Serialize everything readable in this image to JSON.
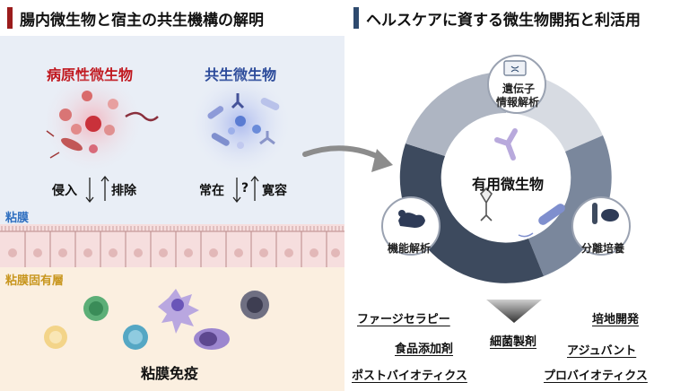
{
  "left": {
    "title": "腸内微生物と宿主の共生機構の解明",
    "pathogenic": "病原性微生物",
    "symbiotic": "共生微生物",
    "invasion": "侵入",
    "exclusion": "排除",
    "residence": "常在",
    "question": "?",
    "tolerance": "寛容",
    "mucosa": "粘膜",
    "lamina_propria": "粘膜固有層",
    "mucosal_immunity": "粘膜免疫"
  },
  "right": {
    "title": "ヘルスケアに資する微生物開拓と利活用",
    "center": "有用微生物",
    "genetic_line1": "遺伝子",
    "genetic_line2": "情報解析",
    "functional": "機能解析",
    "isolation": "分離培養",
    "keywords": {
      "phage_therapy": "ファージセラピー",
      "food_additive": "食品添加剤",
      "postbiotics": "ポストバイオティクス",
      "bacterial_product": "細菌製剤",
      "medium_development": "培地開発",
      "adjuvant": "アジュバント",
      "probiotics": "プロバイオティクス"
    }
  },
  "colors": {
    "left_accent": "#9b1c1c",
    "right_accent": "#2e4a6e",
    "pathogenic_text": "#c0161d",
    "symbiotic_text": "#2b4a9a",
    "mucosa_text": "#2f6fc0",
    "lamina_text": "#c8961e",
    "cycle_dark": "#3d4a5e",
    "cycle_mid": "#7a879c",
    "cycle_light": "#c7ccd6"
  }
}
